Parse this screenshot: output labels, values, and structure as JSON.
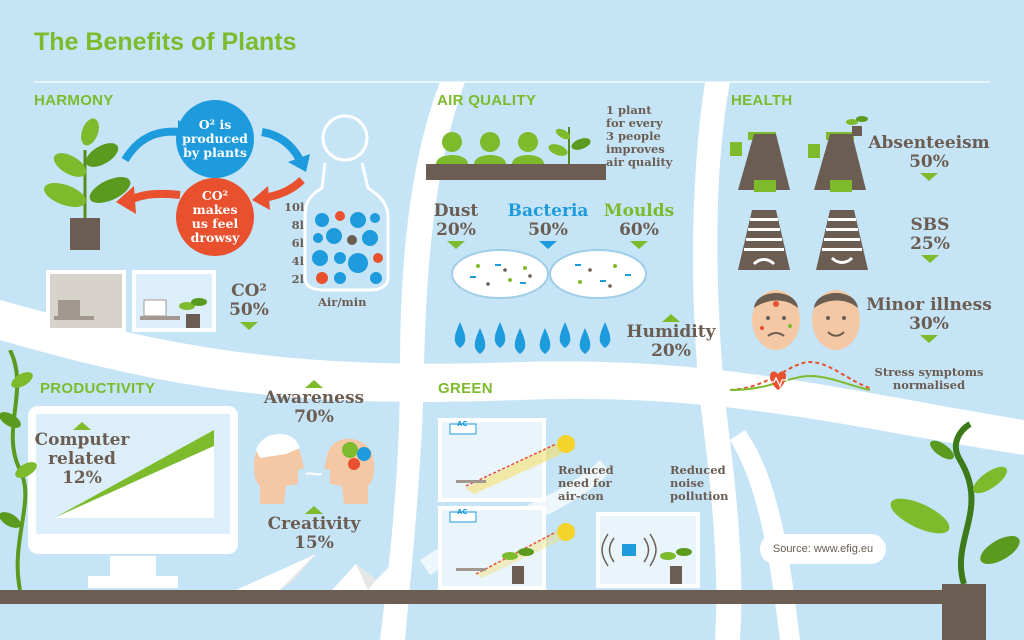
{
  "title": "The Benefits of Plants",
  "colors": {
    "green": "#7dbb2d",
    "brown": "#6b5d52",
    "blue": "#1e9bdc",
    "red": "#e8502e",
    "bg": "#c5e4f6"
  },
  "harmony": {
    "heading": "HARMONY",
    "o2_bubble": [
      "O² is",
      "produced",
      "by plants"
    ],
    "co2_bubble": [
      "CO²",
      "makes",
      "us feel",
      "drowsy"
    ],
    "air_scale": [
      "10l",
      "8l",
      "6l",
      "4l",
      "2l"
    ],
    "air_label": "Air/min",
    "co2_label": "CO²",
    "co2_value": "50%"
  },
  "air_quality": {
    "heading": "AIR QUALITY",
    "note": [
      "1 plant",
      "for every",
      "3 people",
      "improves",
      "air quality"
    ],
    "dust_label": "Dust",
    "dust_value": "20%",
    "bacteria_label": "Bacteria",
    "bacteria_value": "50%",
    "moulds_label": "Moulds",
    "moulds_value": "60%",
    "humidity_label": "Humidity",
    "humidity_value": "20%"
  },
  "health": {
    "heading": "HEALTH",
    "absenteeism_label": "Absenteeism",
    "absenteeism_value": "50%",
    "sbs_label": "SBS",
    "sbs_value": "25%",
    "minor_label": "Minor illness",
    "minor_value": "30%",
    "stress": [
      "Stress symptoms",
      "normalised"
    ]
  },
  "productivity": {
    "heading": "PRODUCTIVITY",
    "computer": [
      "Computer",
      "related",
      "12%"
    ],
    "awareness_label": "Awareness",
    "awareness_value": "70%",
    "creativity_label": "Creativity",
    "creativity_value": "15%"
  },
  "green": {
    "heading": "GREEN",
    "ac_label": "AC",
    "aircon": [
      "Reduced",
      "need for",
      "air-con"
    ],
    "noise": [
      "Reduced",
      "noise",
      "pollution"
    ]
  },
  "source": "Source: www.efig.eu"
}
